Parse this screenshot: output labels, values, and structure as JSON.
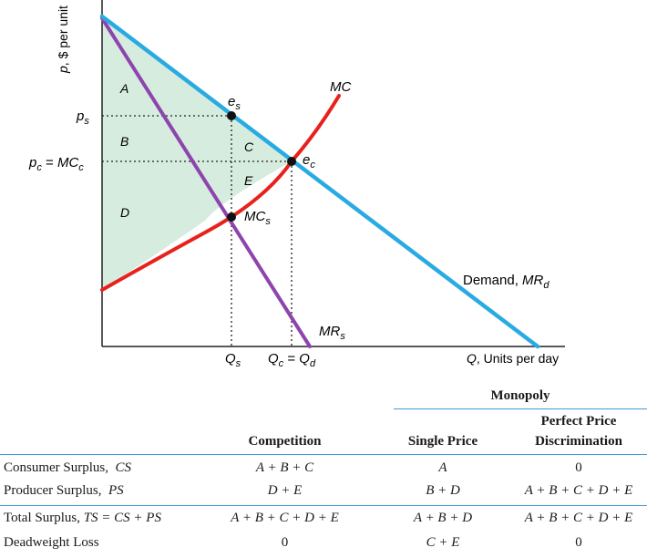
{
  "diagram": {
    "y_axis_label": "p, $ per unit",
    "x_axis_label": "Q, Units per day",
    "price_labels": {
      "ps": "p_s",
      "pc": "p_c = MC_c"
    },
    "quantity_labels": {
      "qs": "Q_s",
      "qc": "Q_c = Q_d"
    },
    "areas": {
      "A": "A",
      "B": "B",
      "C": "C",
      "D": "D",
      "E": "E"
    },
    "points": {
      "es": "e_s",
      "ec": "e_c",
      "mcs": "MC_s"
    },
    "curves": {
      "mc": "MC",
      "demand": "Demand, MR_d",
      "mrs": "MR_s"
    },
    "colors": {
      "demand": "#29abe2",
      "mr": "#8e44ad",
      "mc": "#e8211c",
      "surplus": "#d5ecdf"
    }
  },
  "table": {
    "group_header": "Monopoly",
    "columns": {
      "competition": "Competition",
      "single_price": "Single Price",
      "perfect_line1": "Perfect Price",
      "perfect_line2": "Discrimination"
    },
    "rows": [
      {
        "label_text": "Consumer Surplus,",
        "label_math": "CS",
        "competition": "A + B + C",
        "single": "A",
        "perfect": "0"
      },
      {
        "label_text": "Producer Surplus,",
        "label_math": "PS",
        "competition": "D + E",
        "single": "B + D",
        "perfect": "A + B + C + D + E"
      },
      {
        "label_text": "Total Surplus,",
        "label_math": "TS = CS + PS",
        "competition": "A + B + C + D + E",
        "single": "A + B + D",
        "perfect": "A + B + C + D + E"
      },
      {
        "label_text": "Deadweight Loss",
        "label_math": "",
        "competition": "0",
        "single": "C + E",
        "perfect": "0"
      }
    ]
  }
}
